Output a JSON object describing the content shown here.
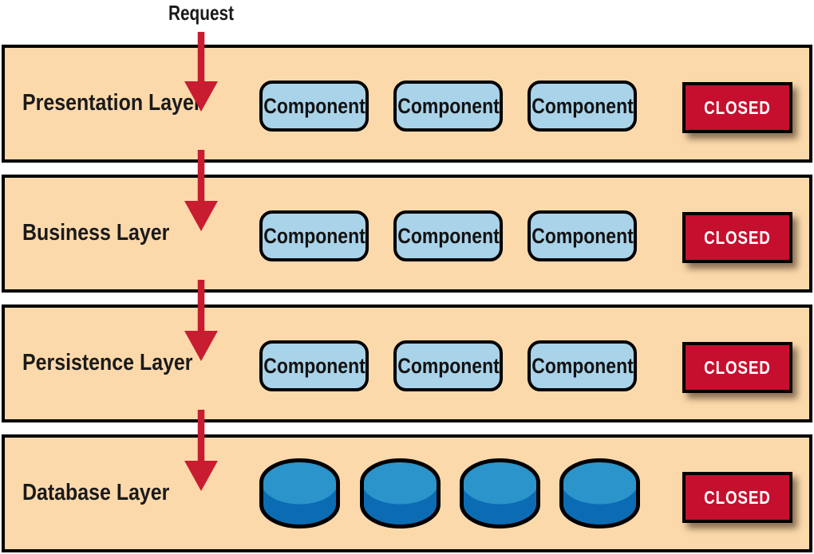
{
  "request_label": "Request",
  "colors": {
    "background": "#ffffff",
    "layer_fill": "#fcd9ab",
    "border": "#000000",
    "component_fill": "#a9d3e9",
    "closed_fill": "#c60f2e",
    "closed_text": "#ffffff",
    "arrow_red": "#c81c30",
    "database_top": "#2b94cb",
    "database_body": "#0c6cb3",
    "label_text": "#1a1a1a"
  },
  "layers": [
    {
      "name": "Presentation Layer",
      "components": [
        "Component",
        "Component",
        "Component"
      ],
      "closed_label": "CLOSED"
    },
    {
      "name": "Business Layer",
      "components": [
        "Component",
        "Component",
        "Component"
      ],
      "closed_label": "CLOSED"
    },
    {
      "name": "Persistence Layer",
      "components": [
        "Component",
        "Component",
        "Component"
      ],
      "closed_label": "CLOSED"
    },
    {
      "name": "Database Layer",
      "databases": 4,
      "closed_label": "CLOSED"
    }
  ]
}
